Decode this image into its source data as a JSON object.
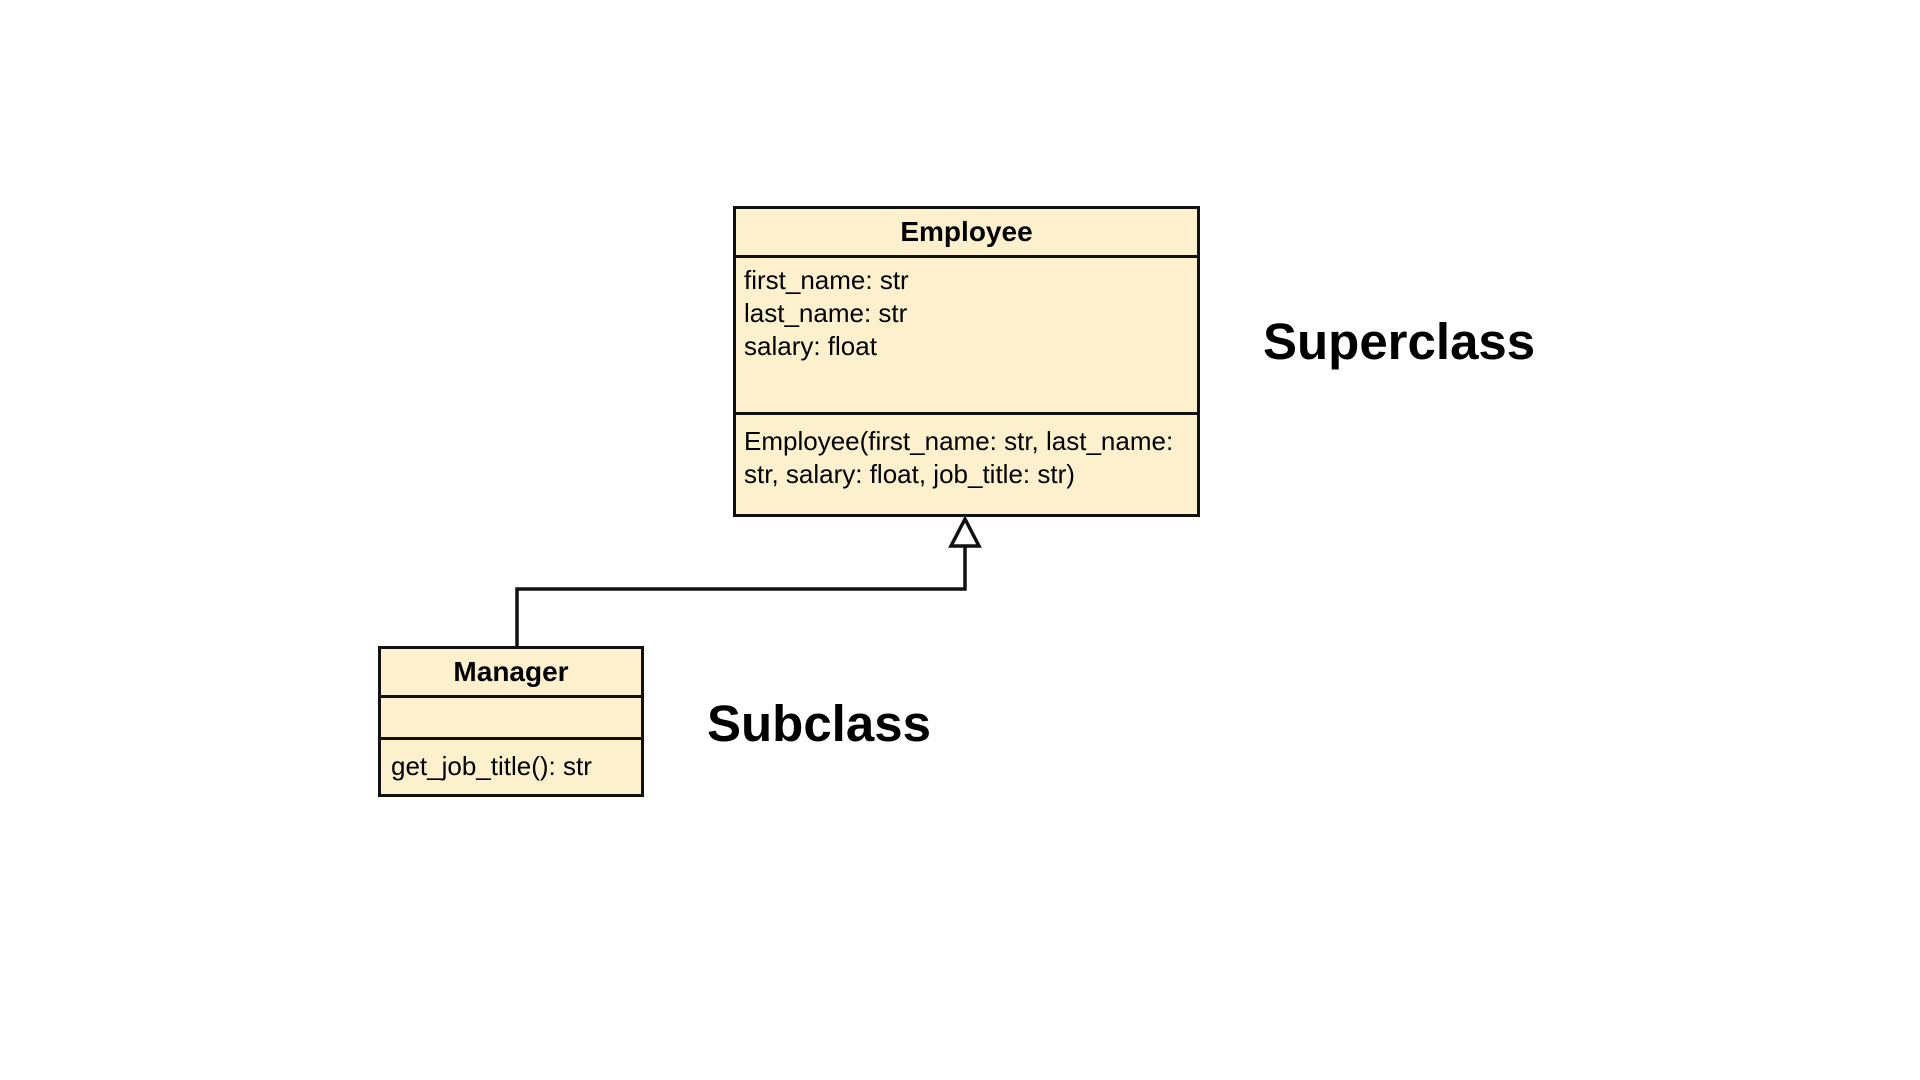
{
  "superclass": {
    "name": "Employee",
    "attributes": [
      "first_name: str",
      "last_name: str",
      "salary: float"
    ],
    "operations": [
      "Employee(first_name: str, last_name: str, salary: float, job_title: str)"
    ]
  },
  "subclass": {
    "name": "Manager",
    "attributes": [],
    "operations": [
      "get_job_title(): str"
    ]
  },
  "labels": {
    "superclass": "Superclass",
    "subclass": "Subclass"
  },
  "relationship": {
    "type": "generalization",
    "from": "Manager",
    "to": "Employee"
  },
  "colors": {
    "class_fill": "#fdf1cd",
    "stroke": "#111111"
  }
}
